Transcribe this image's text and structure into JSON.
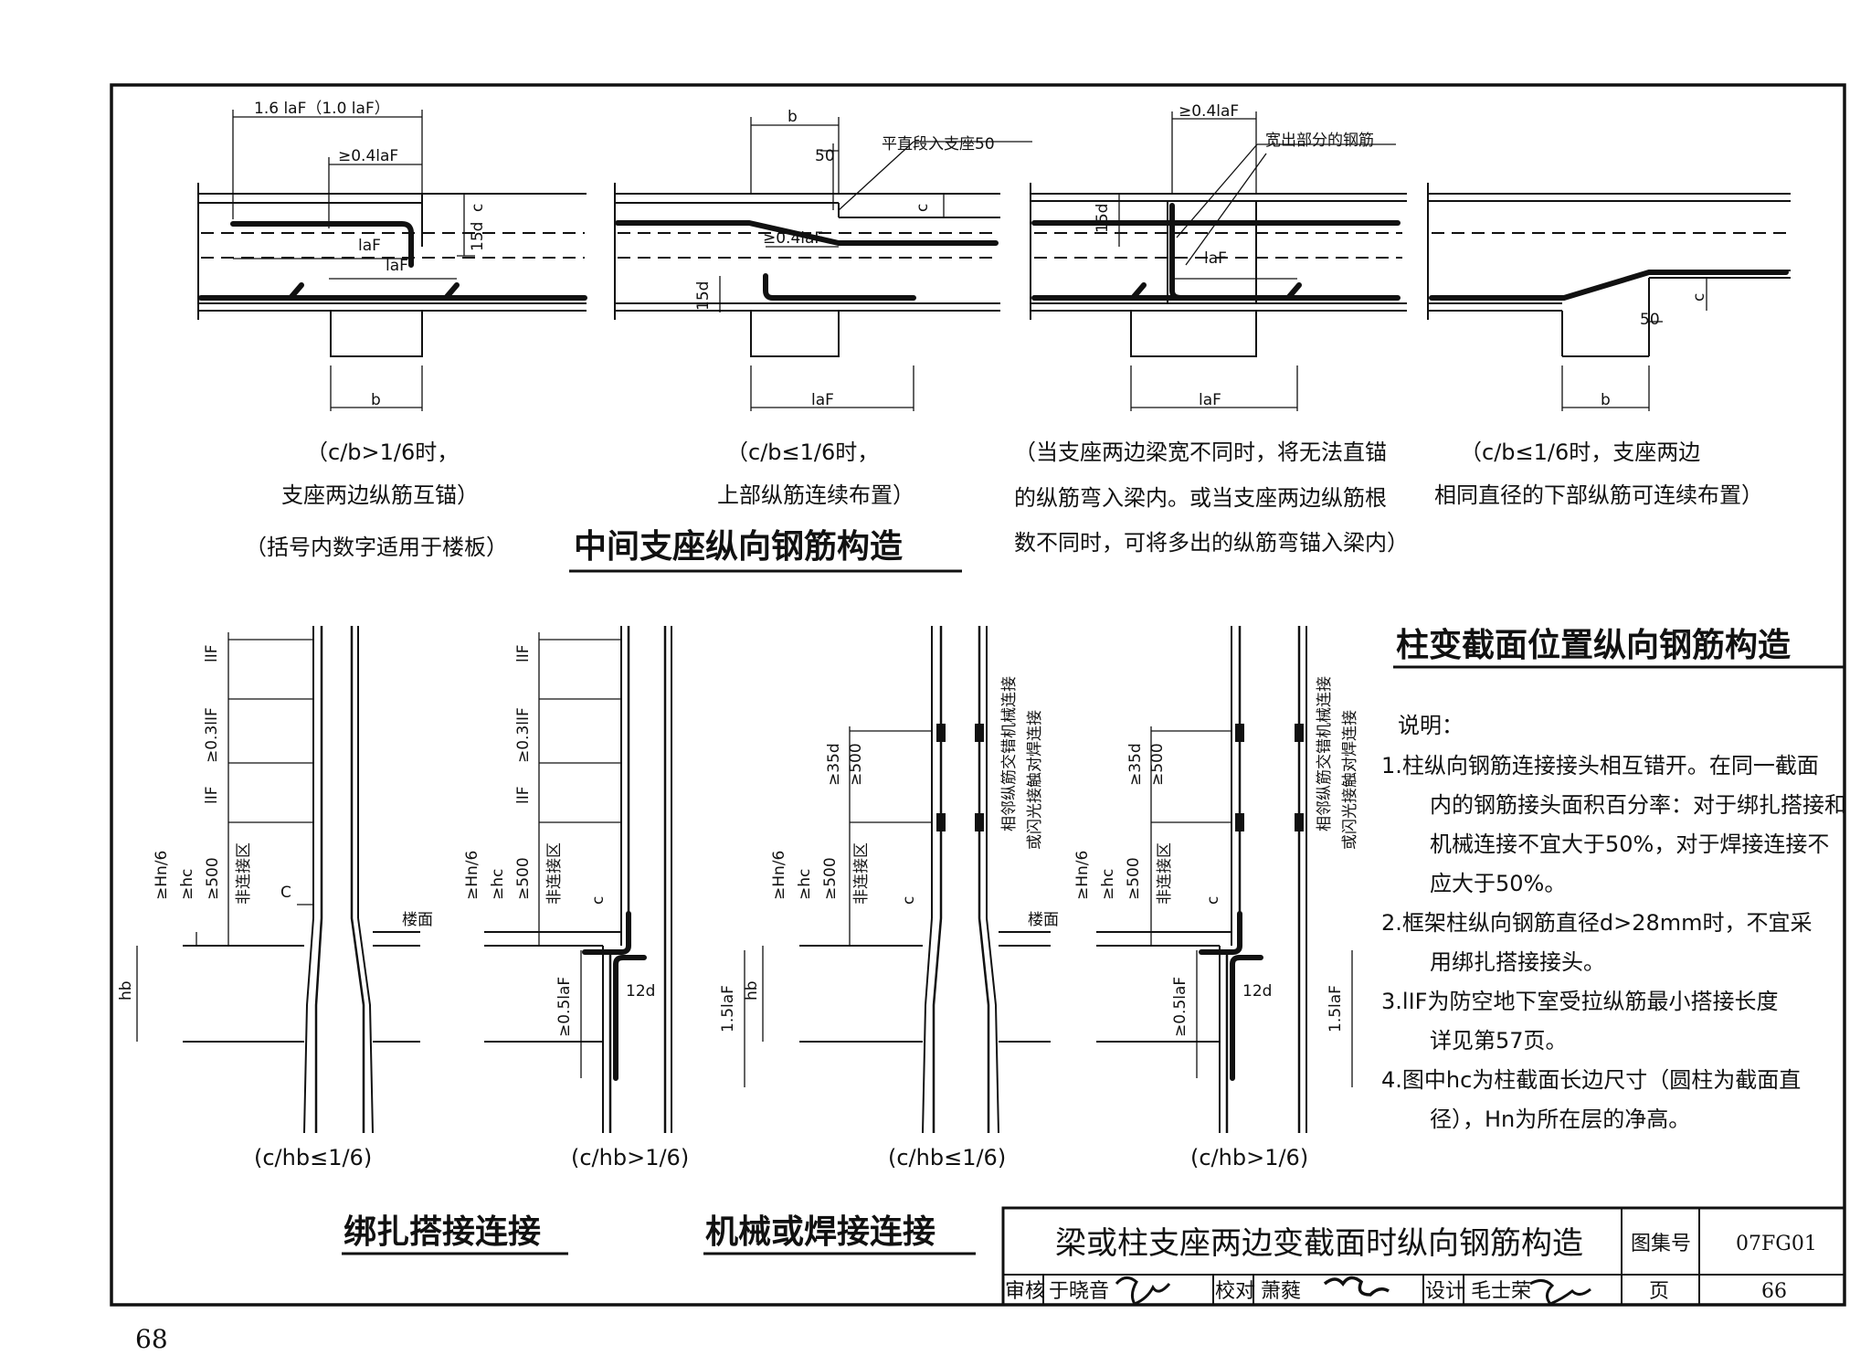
{
  "diagrams_top": {
    "d1": {
      "lbl_top": "1.6 laF（1.0 laF）",
      "lbl_04": "≥0.4laF",
      "lbl_c": "c",
      "lbl_15d": "15d",
      "lbl_laF1": "laF",
      "lbl_laF2": "laF",
      "lbl_b": "b",
      "cap1": "（c/b>1/6时，",
      "cap2": "支座两边纵筋互锚）",
      "cap3": "（括号内数字适用于楼板）"
    },
    "d2": {
      "lbl_b": "b",
      "lbl_50": "50",
      "lbl_pz": "平直段入支座50",
      "lbl_c": "c",
      "lbl_04": "≥0.4laF",
      "lbl_15d": "15d",
      "lbl_laF": "laF",
      "cap1": "（c/b≤1/6时，",
      "cap2": "上部纵筋连续布置）"
    },
    "d3": {
      "lbl_04": "≥0.4laF",
      "lbl_kc": "宽出部分的钢筋",
      "lbl_15d": "15d",
      "lbl_laF1": "laF",
      "lbl_laF2": "laF",
      "cap1": "（当支座两边梁宽不同时，将无法直锚",
      "cap2": "的纵筋弯入梁内。或当支座两边纵筋根",
      "cap3": "数不同时，可将多出的纵筋弯锚入梁内）"
    },
    "d4": {
      "lbl_c": "c",
      "lbl_50": "50",
      "lbl_b": "b",
      "cap1": "（c/b≤1/6时，支座两边",
      "cap2": "相同直径的下部纵筋可连续布置）"
    }
  },
  "title_mid": "中间支座纵向钢筋构造",
  "title_col": "柱变截面位置纵向钢筋构造",
  "columns": {
    "c1": {
      "lIF1": "lIF",
      "l03": "≥0.3lIF",
      "lIF2": "lIF",
      "hn": "≥Hn/6",
      "hc": "≥hc",
      "g500": "≥500",
      "fjj": "非连接区",
      "C": "C",
      "lm": "楼面",
      "hb": "hb",
      "cap": "(c/hb≤1/6)"
    },
    "c2": {
      "lIF1": "lIF",
      "l03": "≥0.3lIF",
      "lIF2": "lIF",
      "hn": "≥Hn/6",
      "hc": "≥hc",
      "g500": "≥500",
      "fjj": "非连接区",
      "c": "c",
      "l05": "≥0.5laF",
      "d12": "12d",
      "l15": "1.5laF",
      "cap": "(c/hb>1/6)"
    },
    "c3": {
      "d35": "≥35d",
      "g500a": "≥500",
      "hn": "≥Hn/6",
      "hc": "≥hc",
      "g500": "≥500",
      "fjj": "非连接区",
      "c": "c",
      "lm": "楼面",
      "hb": "hb",
      "v1": "相邻纵筋交错机械连接",
      "v2": "或闪光接触对焊连接",
      "cap": "(c/hb≤1/6)"
    },
    "c4": {
      "d35": "≥35d",
      "g500a": "≥500",
      "hn": "≥Hn/6",
      "hc": "≥hc",
      "g500": "≥500",
      "fjj": "非连接区",
      "c": "c",
      "l05": "≥0.5laF",
      "d12": "12d",
      "l15": "1.5laF",
      "v1": "相邻纵筋交错机械连接",
      "v2": "或闪光接触对焊连接",
      "cap": "(c/hb>1/6)"
    }
  },
  "sub_titles": {
    "left": "绑扎搭接连接",
    "right": "机械或焊接连接"
  },
  "notes": {
    "head": "说明：",
    "lines": [
      "1.柱纵向钢筋连接接头相互错开。在同一截面",
      "内的钢筋接头面积百分率：对于绑扎搭接和",
      "机械连接不宜大于50%，对于焊接连接不",
      "应大于50%。",
      "2.框架柱纵向钢筋直径d>28mm时，不宜采",
      "用绑扎搭接接头。",
      "3.lIF为防空地下室受拉纵筋最小搭接长度",
      "详见第57页。",
      "4.图中hc为柱截面长边尺寸（圆柱为截面直",
      "径），Hn为所在层的净高。"
    ]
  },
  "title_block": {
    "main": "梁或柱支座两边变截面时纵向钢筋构造",
    "tjh_label": "图集号",
    "tjh_value": "07FG01",
    "sh": "审核",
    "sh_name": "于晓音",
    "jd": "校对",
    "jd_name": "萧蕤",
    "sj": "设计",
    "sj_name": "毛士荣",
    "page_label": "页",
    "page_value": "66"
  },
  "page_number": "68"
}
